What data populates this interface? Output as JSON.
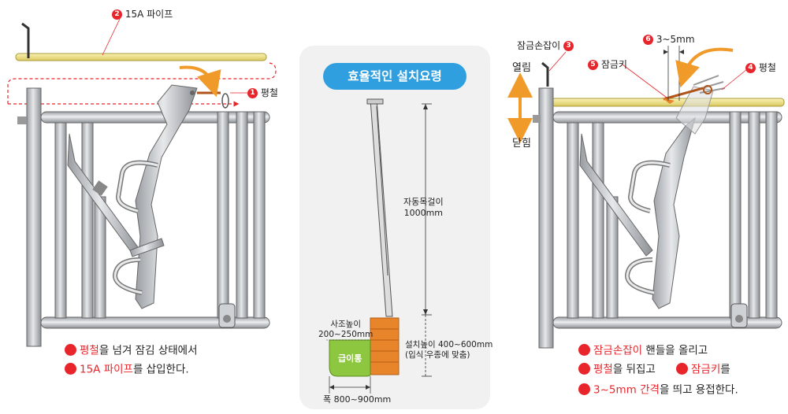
{
  "left": {
    "pipe_label": "15A 파이프",
    "pipe_badge": "2",
    "flat_label": "평철",
    "flat_badge": "1",
    "notes": [
      {
        "highlight": "평철",
        "rest": "을 넘겨 잠김 상태에서"
      },
      {
        "highlight": "15A 파이프",
        "rest": "를 삽입한다."
      }
    ]
  },
  "center": {
    "title": "효율적인 설치요령",
    "auto_latch_label": "자동목걸이",
    "auto_latch_value": "1000mm",
    "feeder_height_label": "사조높이",
    "feeder_height_value": "200~250mm",
    "install_height_label": "설치높이 400~600mm",
    "install_height_note": "(입식 우종에 맞춤)",
    "waterer_label": "급이통",
    "width_label": "폭 800~900mm"
  },
  "right": {
    "handle_label": "잠금손잡이",
    "handle_badge": "3",
    "gap_label": "3~5mm",
    "gap_badge": "6",
    "key_label": "잠금키",
    "key_badge": "5",
    "flat_label": "평철",
    "flat_badge": "4",
    "open_label": "열림",
    "close_label": "닫힘",
    "notes": [
      {
        "parts": [
          {
            "t": "잠금손잡이",
            "red": true
          },
          {
            "t": " 핸들을 올리고",
            "red": false
          }
        ]
      },
      {
        "parts": [
          {
            "t": "평철",
            "red": true
          },
          {
            "t": "을 뒤집고",
            "red": false
          }
        ],
        "parts2": [
          {
            "t": "잠금키",
            "red": true
          },
          {
            "t": "를",
            "red": false
          }
        ]
      },
      {
        "parts": [
          {
            "t": "3~5mm 간격",
            "red": true
          },
          {
            "t": "을 띄고 용접한다.",
            "red": false
          }
        ]
      }
    ]
  },
  "colors": {
    "accent": "#e8252b",
    "blue": "#2f9fe0",
    "orange": "#e8852a",
    "green": "#8dc63f",
    "pipe": "#f0e48a"
  }
}
